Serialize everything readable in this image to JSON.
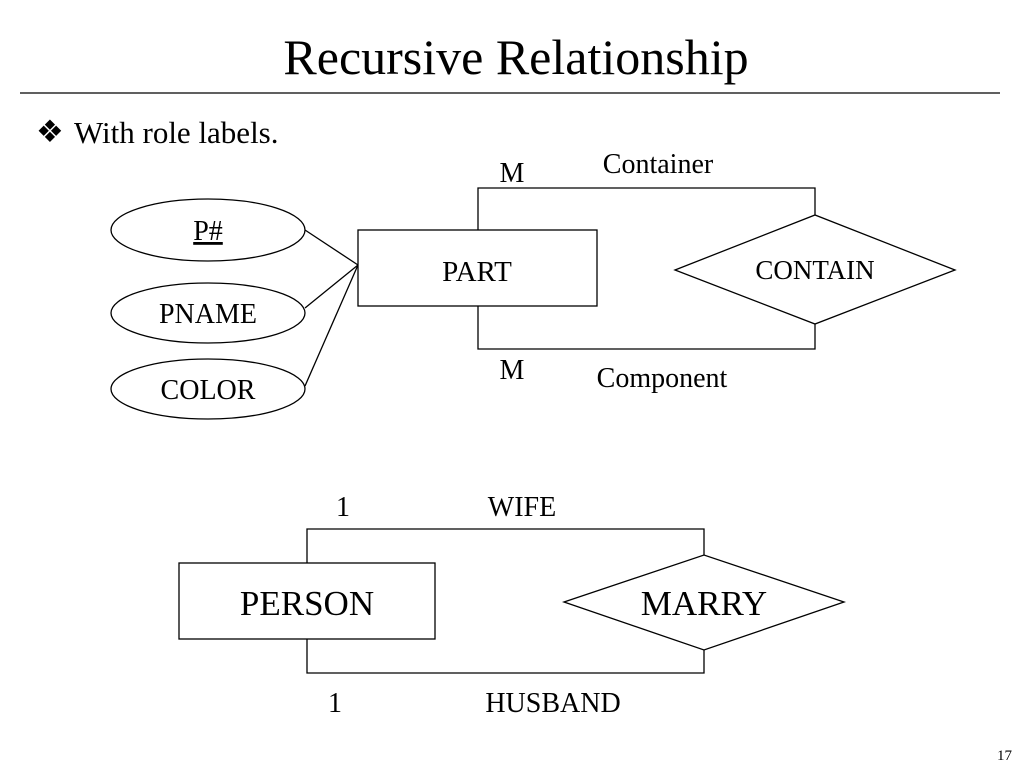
{
  "slide": {
    "title": "Recursive Relationship",
    "bullet_symbol": "❖",
    "bullet_text": "With role labels.",
    "page_number": "17"
  },
  "diagram1": {
    "entity": "PART",
    "relationship": "CONTAIN",
    "attributes": [
      "P#",
      "PNAME",
      "COLOR"
    ],
    "key_attribute": "P#",
    "top_cardinality": "M",
    "top_role": "Container",
    "bottom_cardinality": "M",
    "bottom_role": "Component"
  },
  "diagram2": {
    "entity": "PERSON",
    "relationship": "MARRY",
    "top_cardinality": "1",
    "top_role": "WIFE",
    "bottom_cardinality": "1",
    "bottom_role": "HUSBAND"
  }
}
